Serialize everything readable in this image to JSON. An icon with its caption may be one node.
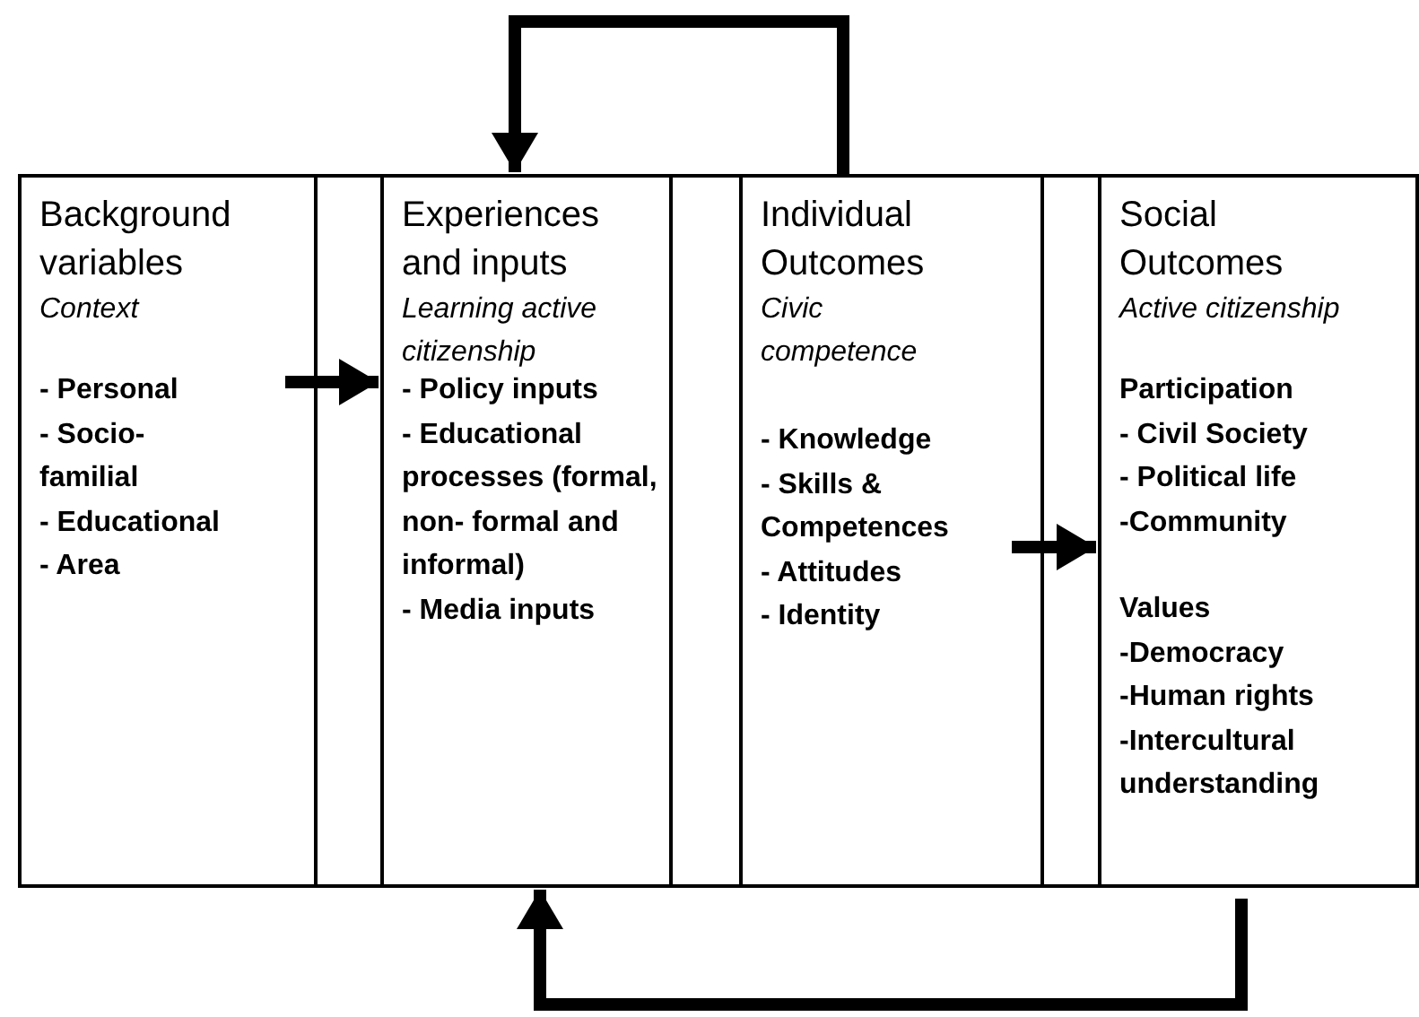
{
  "diagram": {
    "nodes": [
      {
        "text": [
          "Background variables",
          "Context",
          "- Personal",
          "- Socio- familial",
          "- Educational",
          "- Area"
        ]
      },
      {
        "text": [
          "Experiences and inputs",
          "Learning active citizenship",
          "- Policy inputs",
          "- Educational processes (formal, non- formal and informal)",
          "- Media inputs"
        ]
      },
      {
        "text": [
          "Individual Outcomes",
          "Civic competence",
          "- Knowledge",
          "- Skills & Competences",
          "- Attitudes",
          "- Identity"
        ]
      },
      {
        "text": [
          "Social Outcomes",
          "Active citizenship",
          "Participation",
          "- Civil Society",
          "- Political life",
          "-Community",
          "Values",
          "-Democracy",
          "-Human rights",
          "-Intercultural understanding"
        ]
      }
    ],
    "edges": [
      {
        "from": 0,
        "to": 1,
        "arrow": "to"
      },
      {
        "from": 2,
        "to": 3,
        "arrow": "to"
      },
      {
        "from": 2,
        "to": 1,
        "arrow": "to"
      },
      {
        "from": 3,
        "to": 1,
        "arrow": "to"
      }
    ]
  }
}
